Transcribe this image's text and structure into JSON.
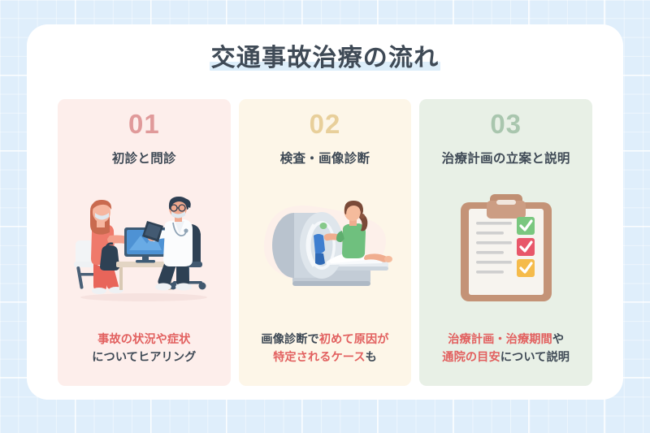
{
  "title": {
    "text": "交通事故治療の流れ",
    "highlight_color": "#ddeefa",
    "text_color": "#3f4a56"
  },
  "background": {
    "grid_color": "#dfeefb",
    "sheet_color": "#ffffff"
  },
  "cards": [
    {
      "number": "01",
      "number_color": "#e09a9a",
      "heading": "初診と問診",
      "bg_color": "#fdeeeb",
      "illustration": "doctor-patient-consultation-illustration",
      "caption_line1": "事故の状況や症状",
      "caption_line2": "についてヒアリング",
      "caption_line1_parts": [
        {
          "text": "事故の状況や症状",
          "color": "#e2605f"
        }
      ],
      "caption_line2_parts": [
        {
          "text": "についてヒアリング",
          "color": "#3f4a56"
        }
      ]
    },
    {
      "number": "02",
      "number_color": "#e8cf9a",
      "heading": "検査・画像診断",
      "bg_color": "#fdf6e8",
      "illustration": "mri-scanner-illustration",
      "caption_line1": "画像診断で初めて原因が",
      "caption_line2": "特定されるケースも",
      "caption_line1_parts": [
        {
          "text": "画像診断で",
          "color": "#3f4a56"
        },
        {
          "text": "初めて原因が",
          "color": "#e2605f"
        }
      ],
      "caption_line2_parts": [
        {
          "text": "特定されるケース",
          "color": "#e2605f"
        },
        {
          "text": "も",
          "color": "#3f4a56"
        }
      ]
    },
    {
      "number": "03",
      "number_color": "#a9c6ae",
      "heading": "治療計画の立案と説明",
      "bg_color": "#e8f0e6",
      "illustration": "clipboard-checklist-illustration",
      "caption_line1": "治療計画・治療期間や",
      "caption_line2": "通院の目安について説明",
      "caption_line1_parts": [
        {
          "text": "治療計画・治療期間",
          "color": "#e2605f"
        },
        {
          "text": "や",
          "color": "#3f4a56"
        }
      ],
      "caption_line2_parts": [
        {
          "text": "通院の目安",
          "color": "#e2605f"
        },
        {
          "text": "について説明",
          "color": "#3f4a56"
        }
      ]
    }
  ],
  "clipboard": {
    "checkbox_colors": [
      "#7ac77f",
      "#e8576a",
      "#f5bb4b"
    ],
    "board_color": "#c49377",
    "paper_color": "#f7f4ef",
    "line_color": "#cfcfcf",
    "line_count": 6
  },
  "accent_colors": {
    "red_text": "#e2605f",
    "dark_text": "#3f4a56"
  }
}
